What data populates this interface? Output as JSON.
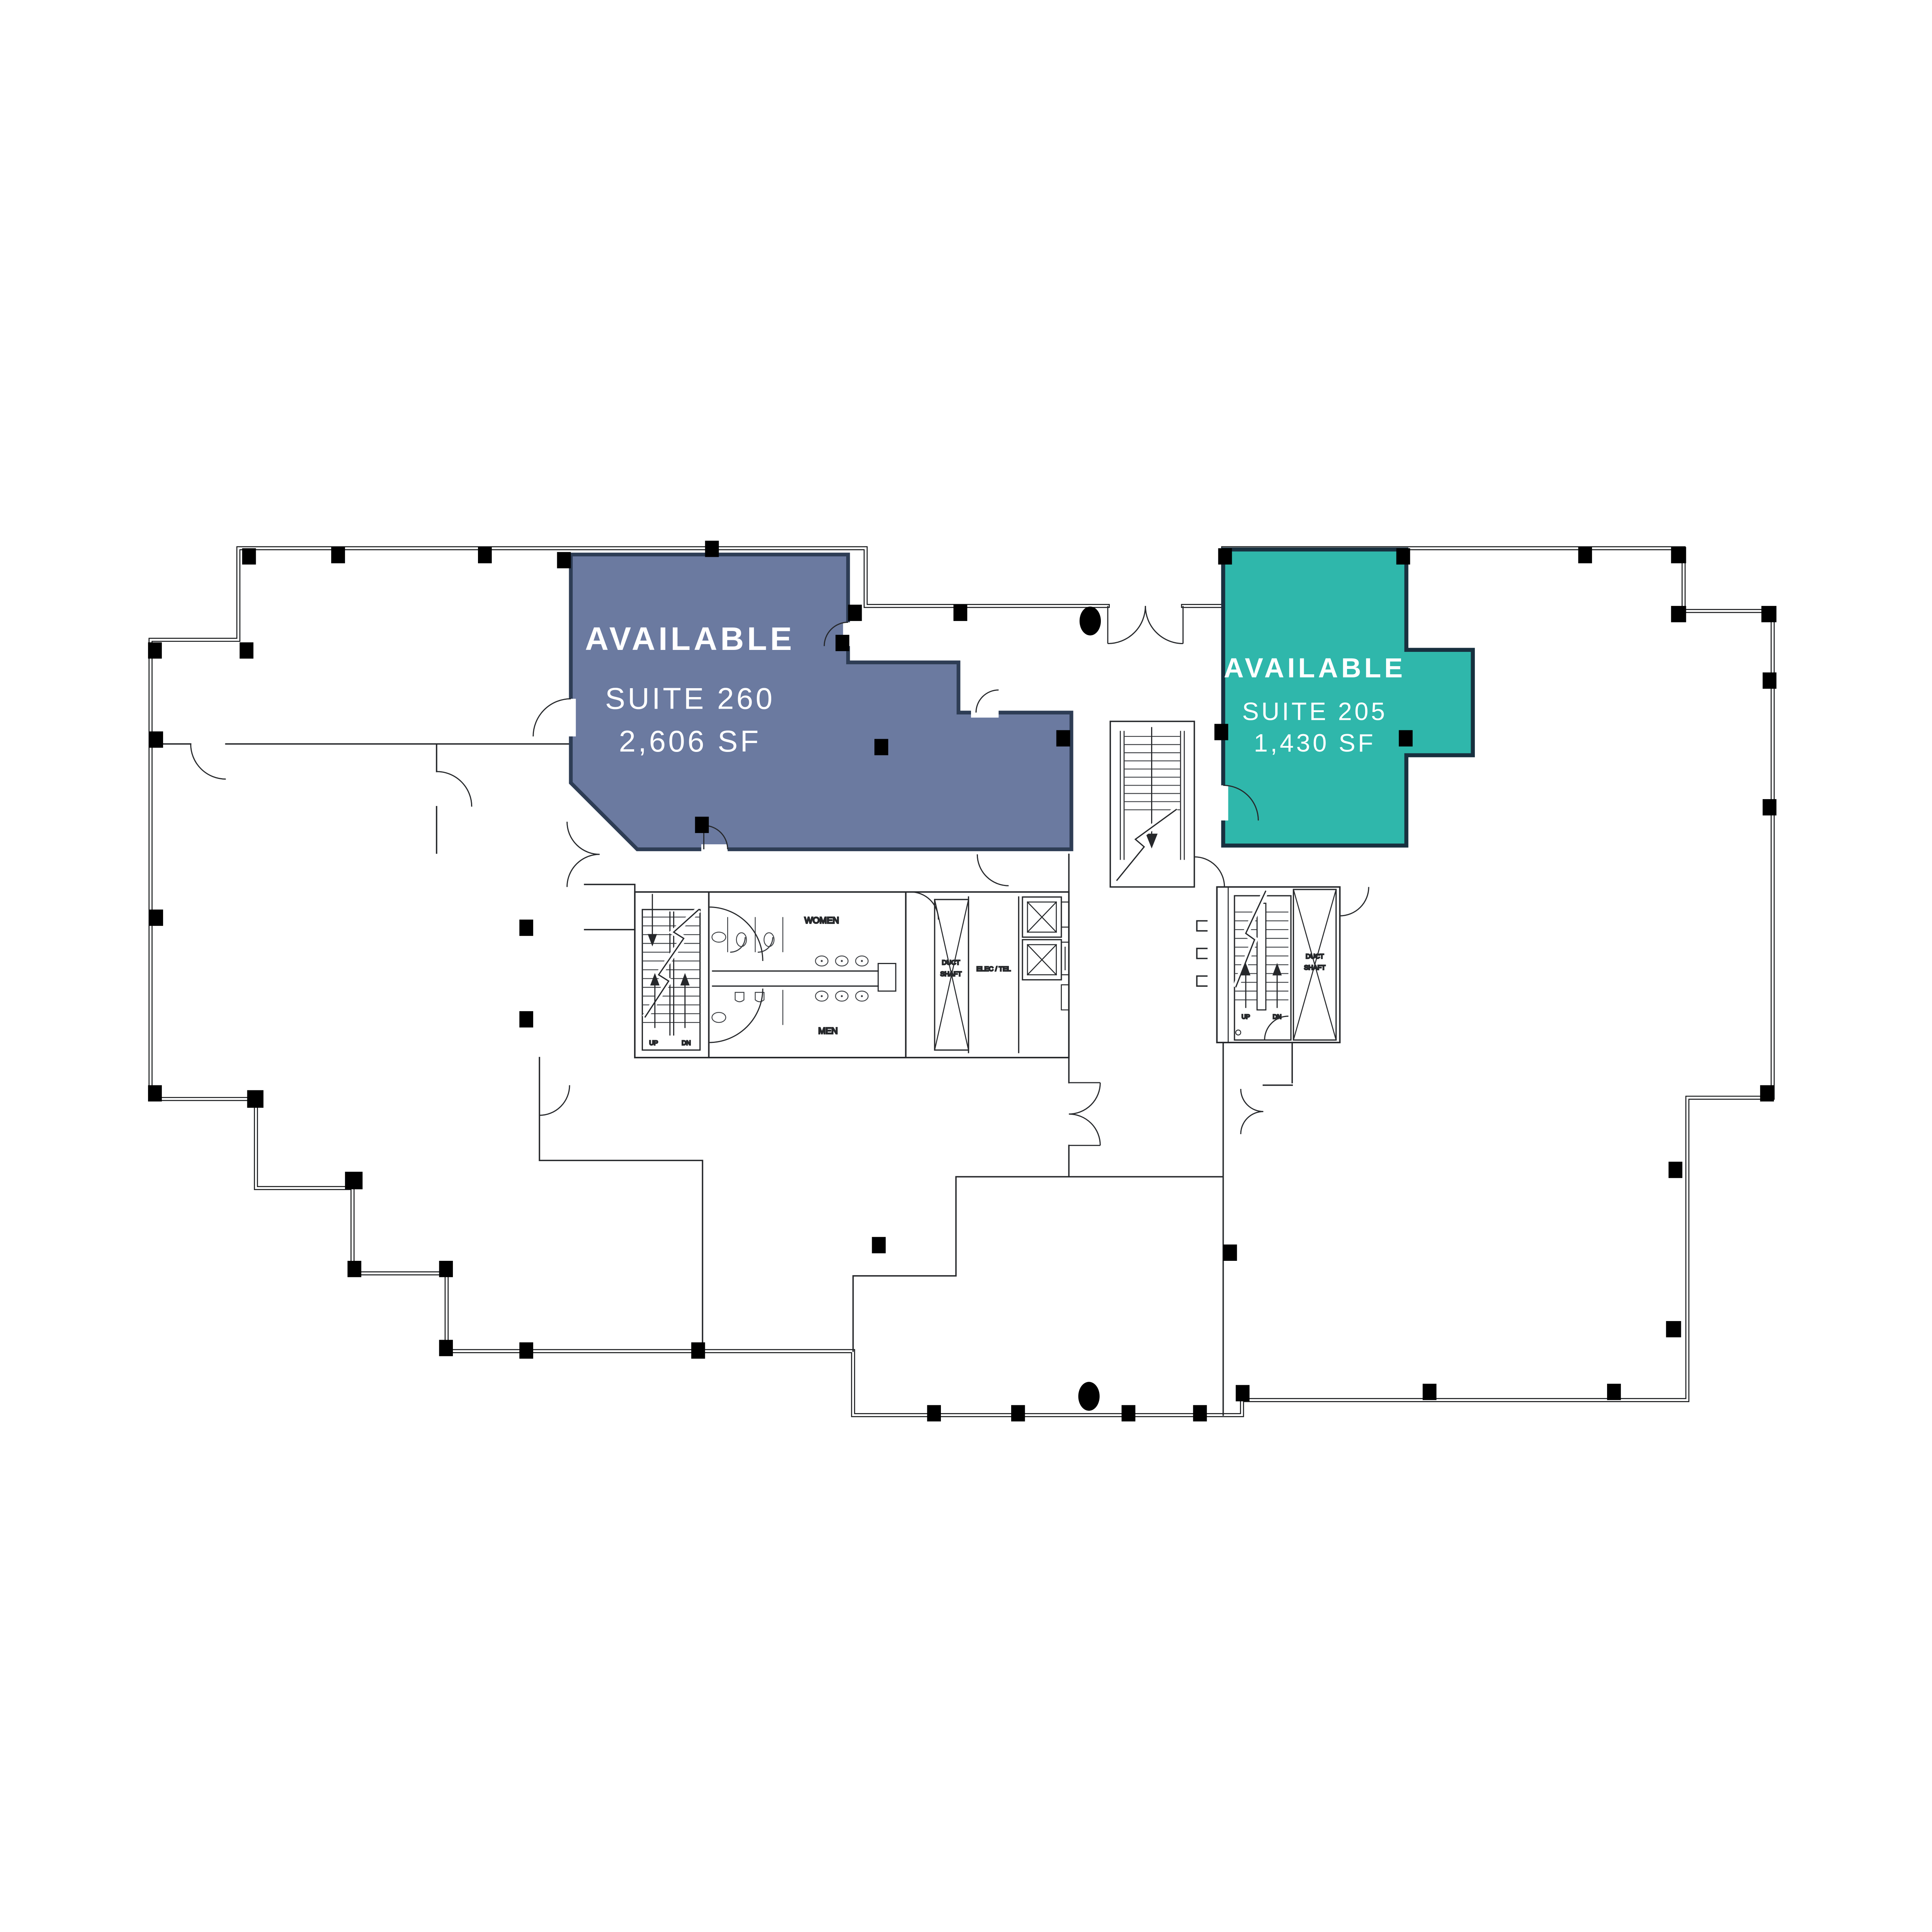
{
  "plan": {
    "suites": [
      {
        "status": "AVAILABLE",
        "name": "SUITE 260",
        "area": "2,606 SF",
        "fill": "#6B7AA0",
        "stroke": "#2E3D55",
        "text_color": "#FFFFFF"
      },
      {
        "status": "AVAILABLE",
        "name": "SUITE 205",
        "area": "1,430 SF",
        "fill": "#2FB7AB",
        "stroke": "#18303F",
        "text_color": "#FFFFFF"
      }
    ],
    "core": {
      "women": "WOMEN",
      "men": "MEN",
      "duct_line1": "DUCT",
      "duct_line2": "SHAFT",
      "elec_tel": "ELEC / TEL",
      "up": "UP",
      "dn": "DN"
    },
    "colors": {
      "background": "#FFFFFF",
      "exterior_wall": "#17191B",
      "interior_wall": "#26282B",
      "fixture_line": "#3B3E42",
      "column_marker": "#000000"
    }
  }
}
